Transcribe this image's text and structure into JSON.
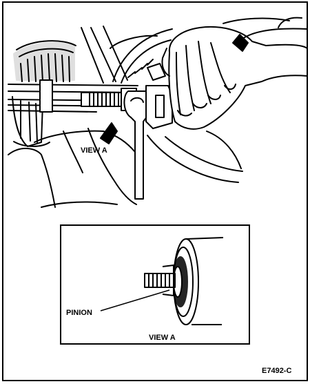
{
  "figure": {
    "main_view": {
      "callout": "VIEW A"
    },
    "detail_view": {
      "title": "VIEW A",
      "part_label": "PINION"
    },
    "figure_id": "E7492-C"
  },
  "colors": {
    "ink": "#000000",
    "paper": "#ffffff"
  }
}
